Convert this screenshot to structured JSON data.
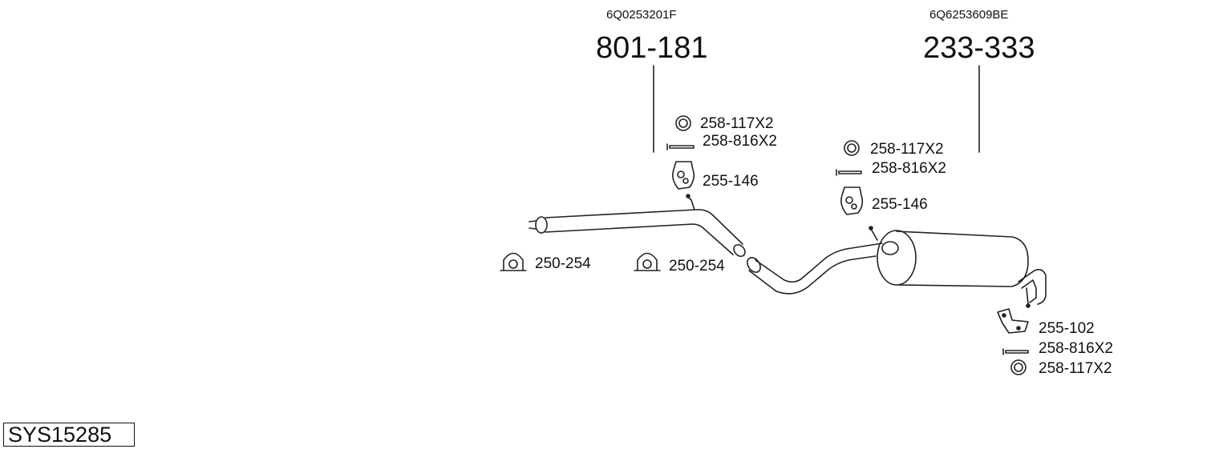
{
  "system_code": "SYS15285",
  "assemblies": [
    {
      "oem_number": "6Q0253201F",
      "part_number": "801-181"
    },
    {
      "oem_number": "6Q6253609BE",
      "part_number": "233-333"
    }
  ],
  "part_labels": {
    "ring_a": "258-117X2",
    "bolt_a": "258-816X2",
    "hanger_a": "255-146",
    "ring_b": "258-117X2",
    "bolt_b": "258-816X2",
    "hanger_b": "255-146",
    "clamp_a": "250-254",
    "clamp_b": "250-254",
    "bracket_c": "255-102",
    "bolt_c": "258-816X2",
    "ring_c": "258-117X2"
  }
}
